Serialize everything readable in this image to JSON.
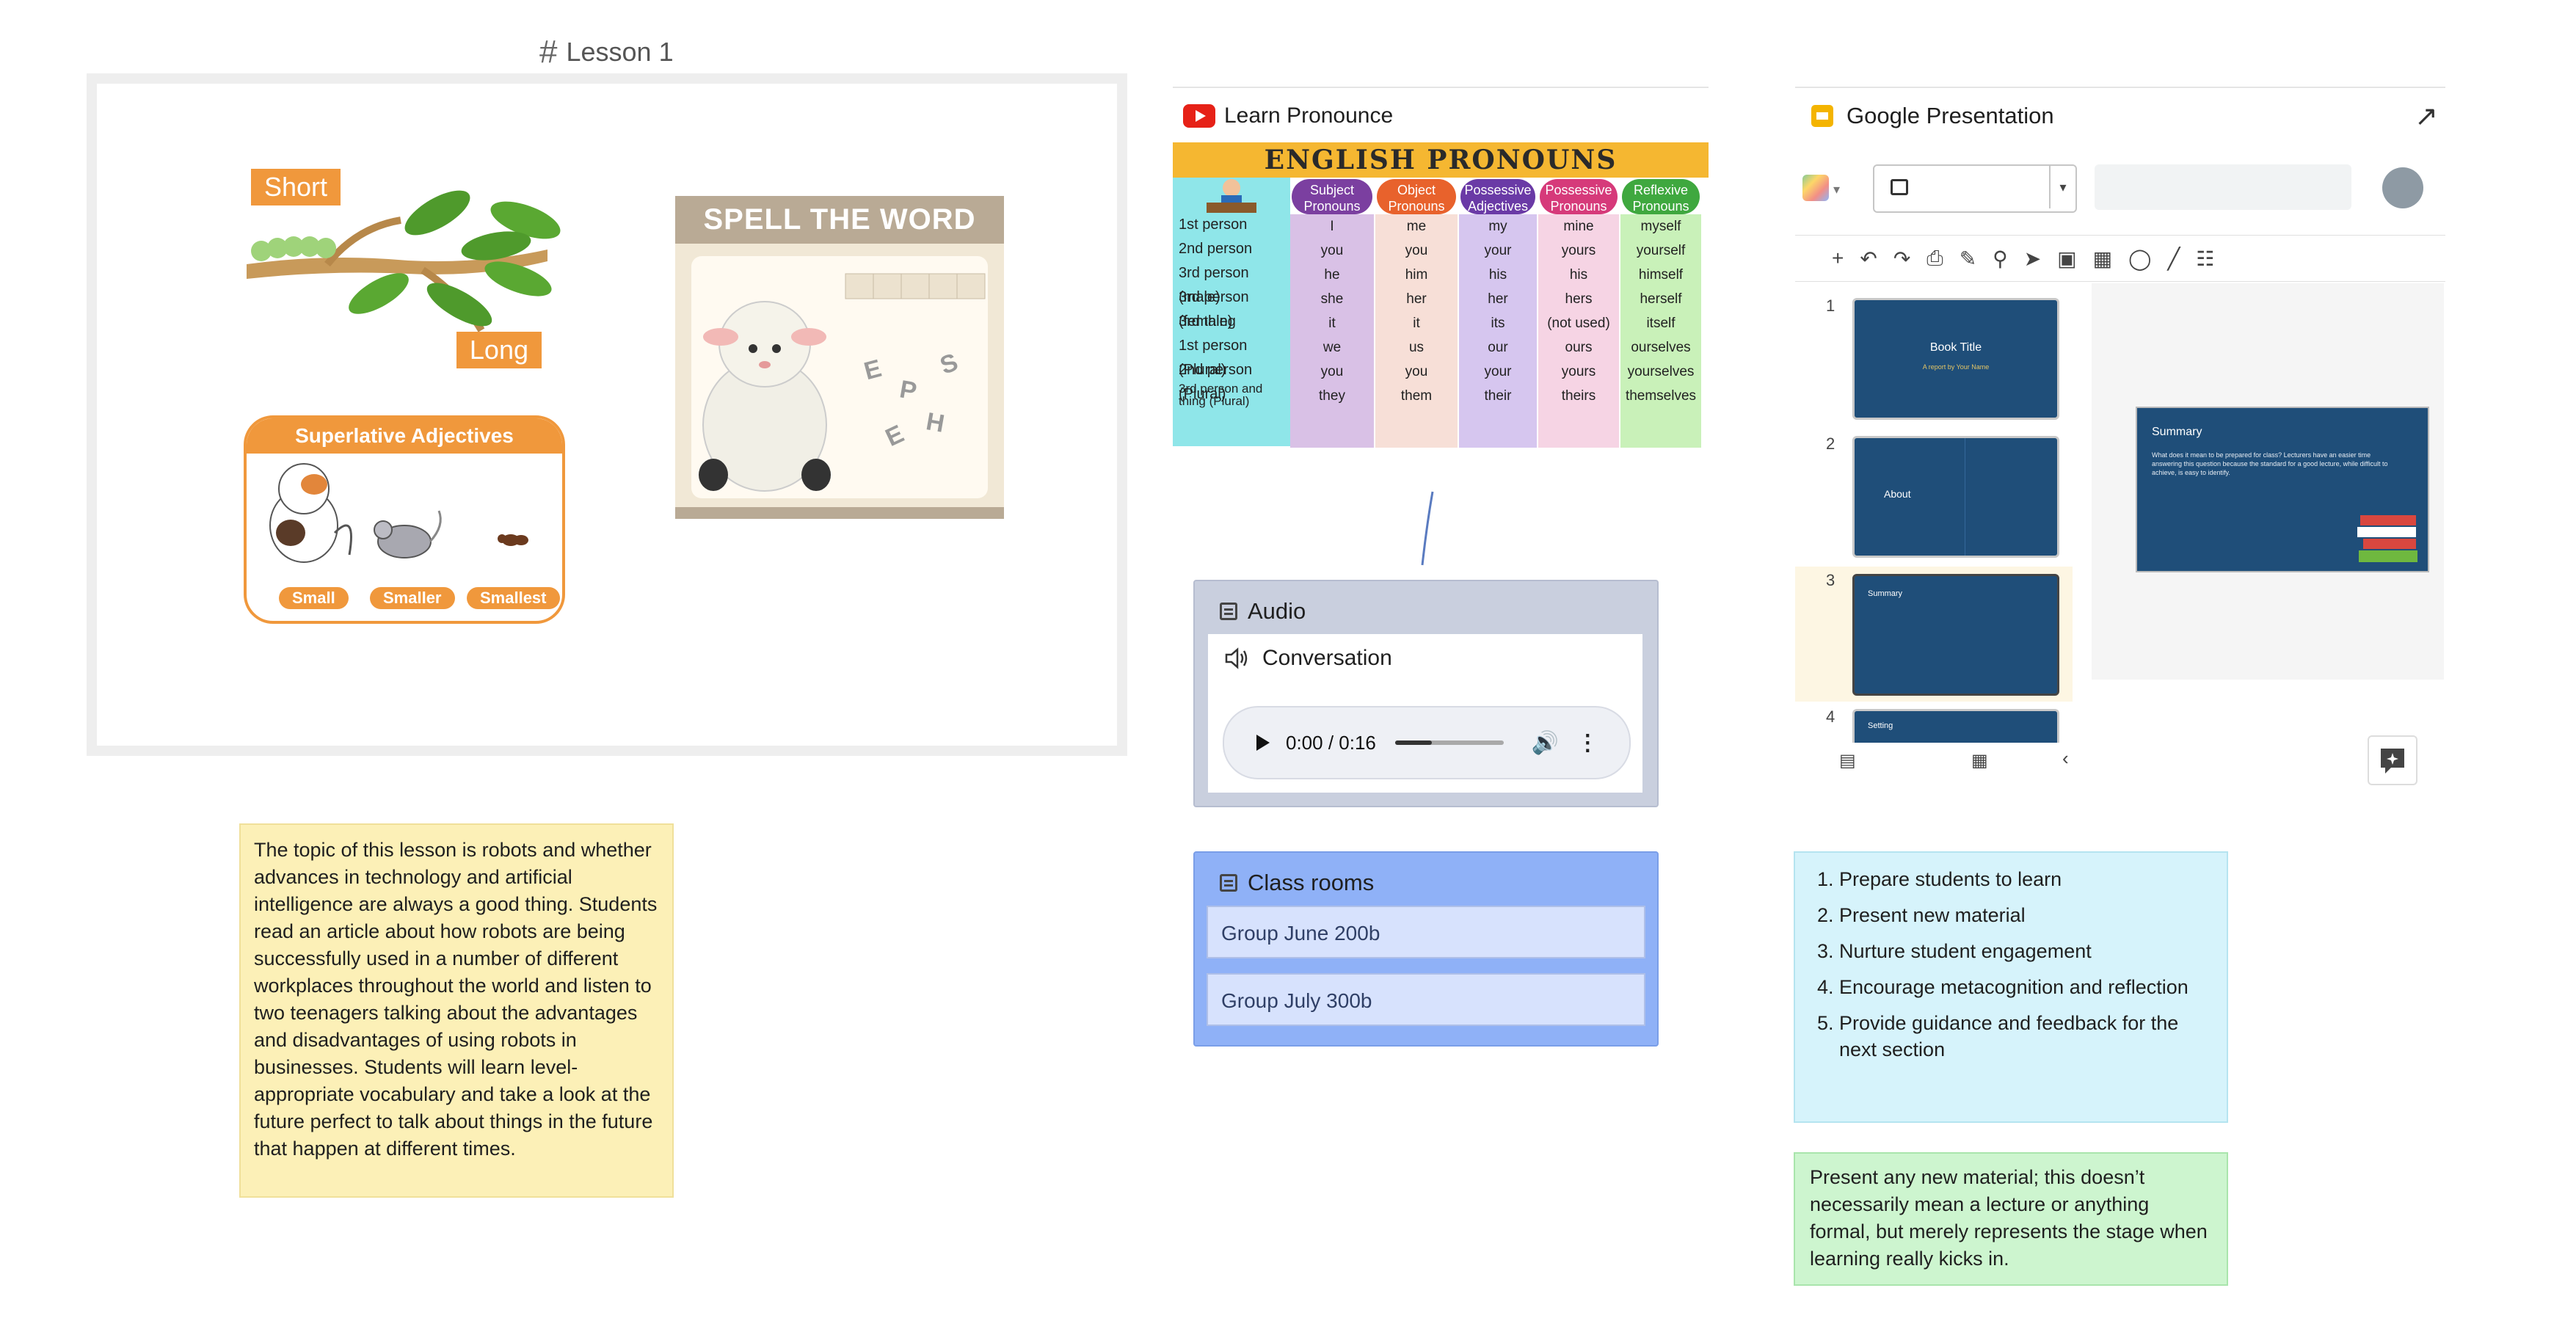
{
  "frame": {
    "label": "Lesson 1"
  },
  "short_long": {
    "short": "Short",
    "long": "Long"
  },
  "superlative": {
    "title": "Superlative Adjectives",
    "labels": [
      "Small",
      "Smaller",
      "Smallest"
    ]
  },
  "spell": {
    "title": "SPELL THE WORD",
    "letters": [
      "E",
      "P",
      "S",
      "E",
      "H"
    ]
  },
  "youtube": {
    "title": "Learn Pronounce",
    "chart_title": "ENGLISH PRONOUNS",
    "row_labels": [
      "1st person",
      "2nd person",
      "3rd person (male)",
      "3rd person (female)",
      "3rd thing",
      "1st person (Plural)",
      "2nd person (Plural)",
      "3rd person and thing (Plural)"
    ],
    "columns": [
      {
        "header": "Subject Pronouns",
        "color": "#7b3fa0",
        "bg": "#d9c1e6",
        "values": [
          "I",
          "you",
          "he",
          "she",
          "it",
          "we",
          "you",
          "they"
        ]
      },
      {
        "header": "Object Pronouns",
        "color": "#e8622c",
        "bg": "#f7dfd7",
        "values": [
          "me",
          "you",
          "him",
          "her",
          "it",
          "us",
          "you",
          "them"
        ]
      },
      {
        "header": "Possessive Adjectives",
        "color": "#6a3aa6",
        "bg": "#d6c6ef",
        "values": [
          "my",
          "your",
          "his",
          "her",
          "its",
          "our",
          "your",
          "their"
        ]
      },
      {
        "header": "Possessive Pronouns",
        "color": "#d63a7a",
        "bg": "#f6d4e4",
        "values": [
          "mine",
          "yours",
          "his",
          "hers",
          "(not used)",
          "ours",
          "yours",
          "theirs"
        ]
      },
      {
        "header": "Reflexive Pronouns",
        "color": "#3fa83f",
        "bg": "#c9f1b9",
        "values": [
          "myself",
          "yourself",
          "himself",
          "herself",
          "itself",
          "ourselves",
          "yourselves",
          "themselves"
        ]
      }
    ]
  },
  "audio": {
    "title": "Audio",
    "track_title": "Conversation",
    "time": "0:00 / 0:16",
    "progress": 0.34
  },
  "classrooms": {
    "title": "Class rooms",
    "groups": [
      "Group June 200b",
      "Group July 300b"
    ]
  },
  "note_yellow": {
    "text": "The topic of this lesson is robots and whether advances in technology and artificial intelligence are always a good thing. Students read an article about how robots are being successfully used in a number of different workplaces throughout the world and listen to two teenagers talking about the advantages and disadvantages of using robots in businesses. Students will learn level-appropriate vocabulary and take a look at the future perfect to talk about things in the future that happen at different times."
  },
  "note_cyan": {
    "items": [
      "Prepare students to learn",
      "Present new material",
      "Nurture student engagement",
      "Encourage metacognition and reflection",
      "Provide guidance and feedback for the next section"
    ]
  },
  "note_green": {
    "text": "Present any new material; this doesn’t necessarily mean a lecture or anything formal, but merely represents the stage when learning really kicks in."
  },
  "slides": {
    "title": "Google Presentation",
    "thumbs": [
      {
        "num": "1",
        "title": "Book Title",
        "sub": "A report by Your Name"
      },
      {
        "num": "2",
        "title": "About"
      },
      {
        "num": "3",
        "title": "Summary"
      },
      {
        "num": "4",
        "title": "Setting"
      }
    ],
    "main_title": "Summary",
    "main_text": "What does it mean to be prepared for class? Lecturers have an easier time answering this question because the standard for a good lecture, while difficult to achieve, is easy to identify."
  }
}
